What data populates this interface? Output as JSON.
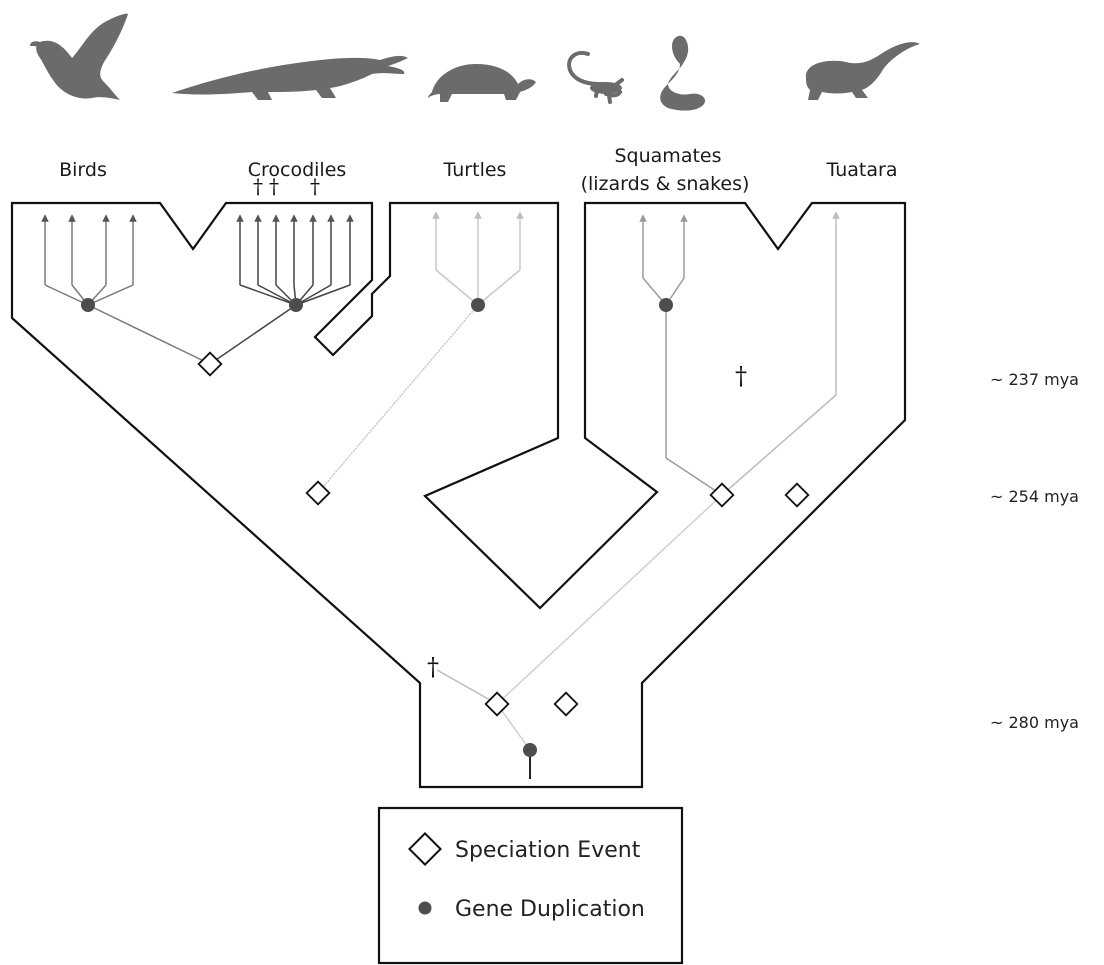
{
  "taxa": {
    "birds": "Birds",
    "crocodiles": "Crocodiles",
    "turtles": "Turtles",
    "squamates_line1": "Squamates",
    "squamates_line2": "(lizards & snakes)",
    "tuatara": "Tuatara"
  },
  "time_labels": {
    "t237": "~ 237 mya",
    "t254": "~ 254 mya",
    "t280": "~ 280 mya"
  },
  "extinction_marker": "†",
  "legend": {
    "speciation": "Speciation Event",
    "duplication": "Gene Duplication"
  },
  "silhouettes": [
    "bird-icon",
    "crocodile-icon",
    "turtle-icon",
    "lizard-icon",
    "cobra-icon",
    "tuatara-icon"
  ],
  "colors": {
    "outline": "#111111",
    "bird_lineage": "#7a7a7a",
    "croc_lineage": "#444444",
    "turtle_lineage": "#b8b8b8",
    "squamate_lineage": "#9a9a9a",
    "root_lineage": "#cfcfcf",
    "node_fill": "#4d4d4d"
  }
}
